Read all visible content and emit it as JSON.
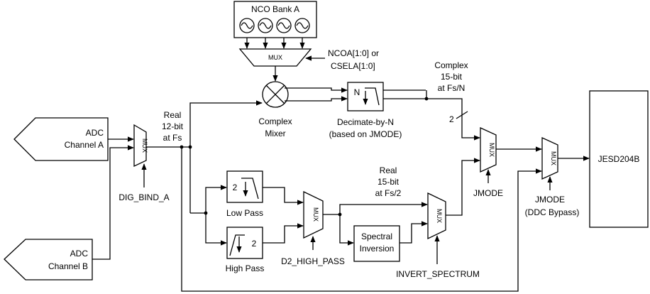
{
  "nco_bank": {
    "title": "NCO Bank A"
  },
  "mux_label": "MUX",
  "nco_select": {
    "line1": "NCOA[1:0] or",
    "line2": "CSELA[1:0]"
  },
  "mixer": {
    "line1": "Complex",
    "line2": "Mixer"
  },
  "decimator": {
    "glyph": "N",
    "line1": "Decimate-by-N",
    "line2": "(based on JMODE)"
  },
  "complex_out": {
    "line1": "Complex",
    "line2": "15-bit",
    "line3": "at Fs/N",
    "bus_width": "2"
  },
  "adc_a": {
    "line1": "ADC",
    "line2": "Channel A"
  },
  "adc_b": {
    "line1": "ADC",
    "line2": "Channel B"
  },
  "real_in": {
    "line1": "Real",
    "line2": "12-bit",
    "line3": "at Fs"
  },
  "dig_bind": "DIG_BIND_A",
  "low_pass": {
    "glyph": "2",
    "label": "Low Pass"
  },
  "high_pass": {
    "glyph": "2",
    "label": "High Pass"
  },
  "d2_high_pass": "D2_HIGH_PASS",
  "real_out": {
    "line1": "Real",
    "line2": "15-bit",
    "line3": "at Fs/2"
  },
  "spectral": {
    "line1": "Spectral",
    "line2": "Inversion"
  },
  "invert_spectrum": "INVERT_SPECTRUM",
  "jmode": "JMODE",
  "jmode_bypass": {
    "line1": "JMODE",
    "line2": "(DDC Bypass)"
  },
  "jesd": "JESD204B"
}
